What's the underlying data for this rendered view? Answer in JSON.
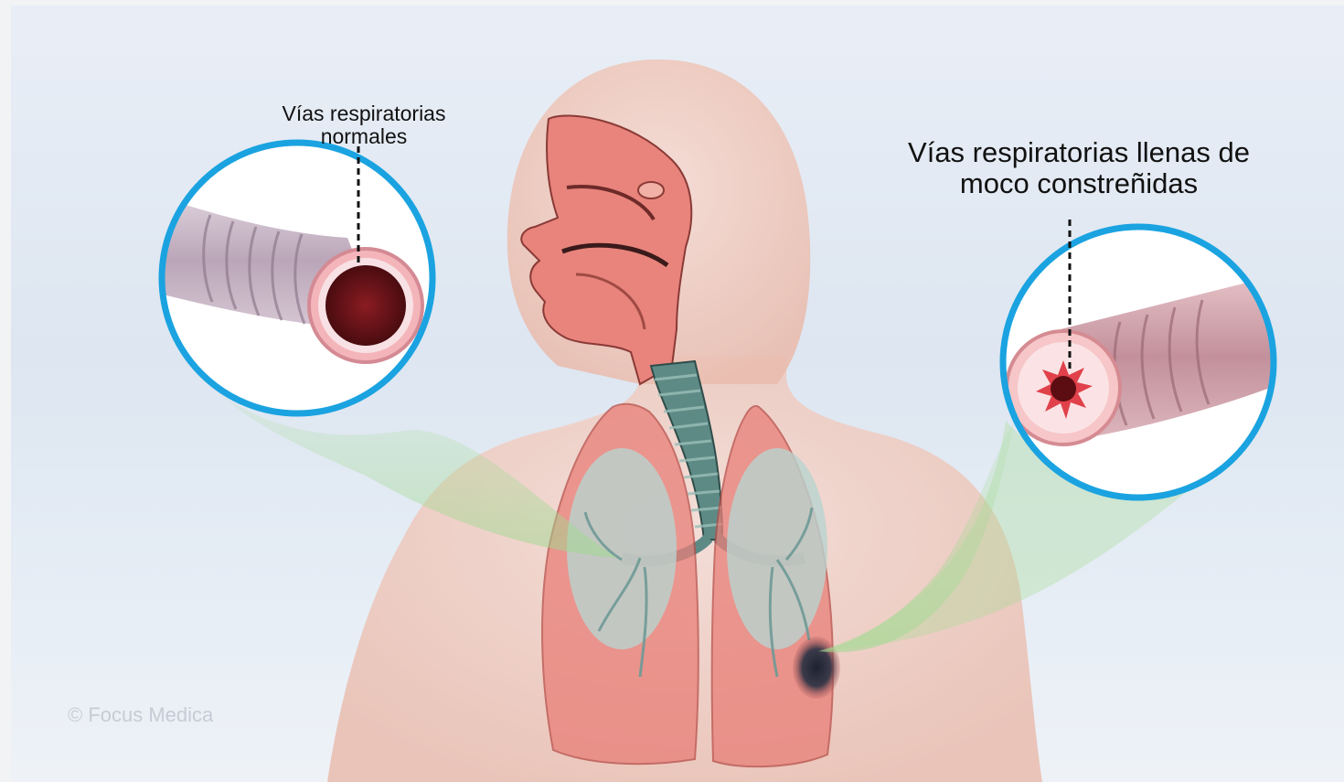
{
  "labels": {
    "normal_airway": [
      "Vías respiratorias",
      "normales"
    ],
    "constricted_airway": [
      "Vías respiratorias llenas de",
      "moco constreñidas"
    ]
  },
  "watermark": "© Focus Medica",
  "colors": {
    "callout_ring": "#1aa3e0",
    "zoom_beam": "#9fd890",
    "airway_tissue": "#e98a86",
    "lung_tissue": "#e87f78",
    "skin": "#f0c8bd",
    "trachea": "#5e8a86"
  }
}
